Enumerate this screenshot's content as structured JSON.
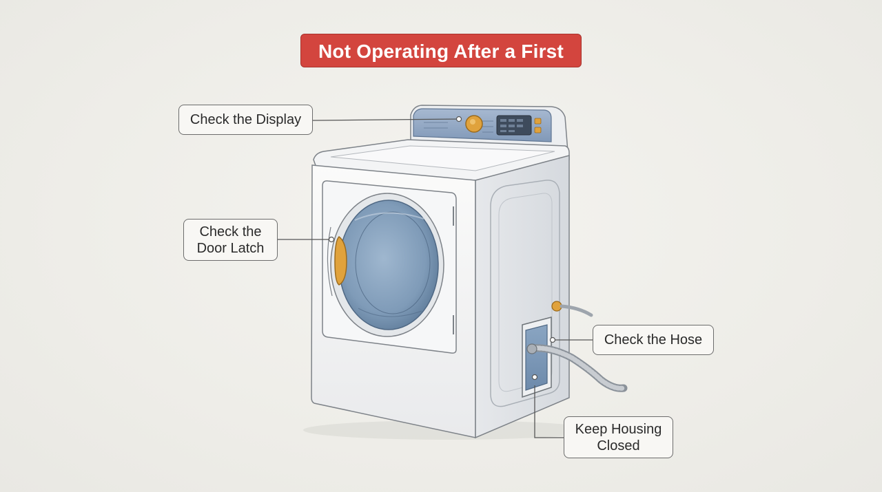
{
  "title": "Not Operating After a First",
  "callouts": {
    "display": "Check the Display",
    "door_latch": "Check the\nDoor Latch",
    "hose": "Check the Hose",
    "housing": "Keep Housing\nClosed"
  },
  "colors": {
    "title_bg": "#d3453e",
    "panel_blue": "#8fa6c4",
    "knob_orange": "#e0a23c"
  }
}
